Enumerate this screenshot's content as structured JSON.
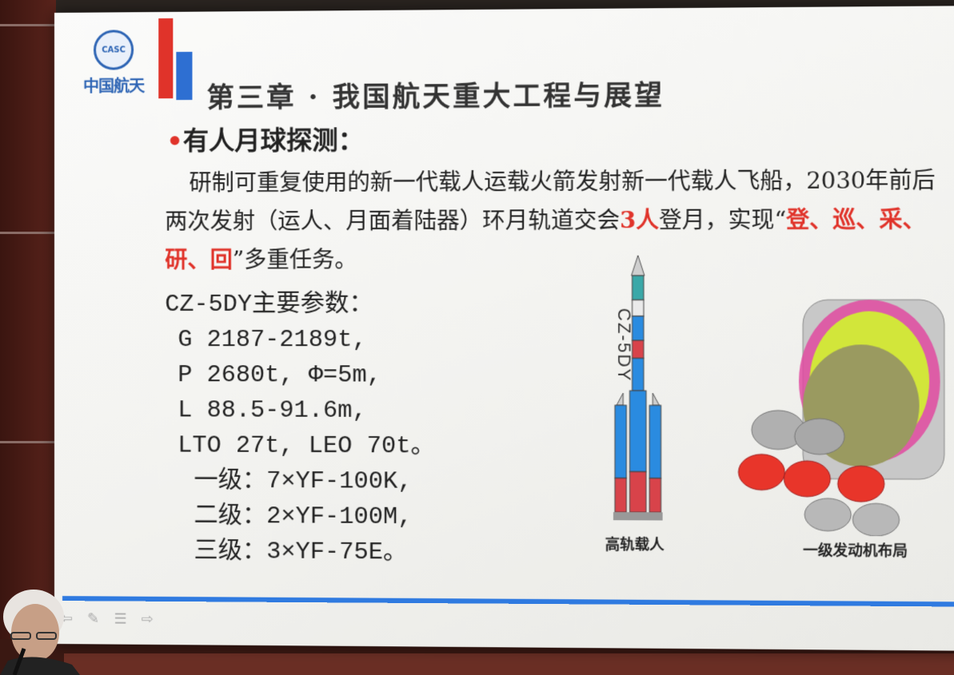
{
  "logo": {
    "emblem_text": "CASC",
    "name": "中国航天"
  },
  "slide": {
    "title": "第三章 · 我国航天重大工程与展望",
    "heading": "有人月球探测：",
    "para_part1": "研制可重复使用的新一代载人运载火箭发射新一代载人飞船，2030年前后两次发射（运人、月面着陆器）环月轨道交会",
    "para_hl1": "3人",
    "para_part2": "登月，实现“",
    "para_hl2": "登、巡、采、研、回",
    "para_part3": "”多重任务。",
    "params_title": "CZ-5DY主要参数：",
    "params": [
      "G 2187-2189t,",
      "P 2680t,  Φ=5m,",
      "L 88.5-91.6m,",
      "LTO 27t, LEO 70t。"
    ],
    "stages": [
      "一级：7×YF-100K,",
      "二级：2×YF-100M,",
      "三级：3×YF-75E。"
    ],
    "rocket_label": "CZ-5DY",
    "rocket_caption": "高轨载人",
    "engine_caption": "一级发动机布局"
  },
  "colors": {
    "accent_red": "#e0332a",
    "accent_blue": "#2e6fd2"
  }
}
